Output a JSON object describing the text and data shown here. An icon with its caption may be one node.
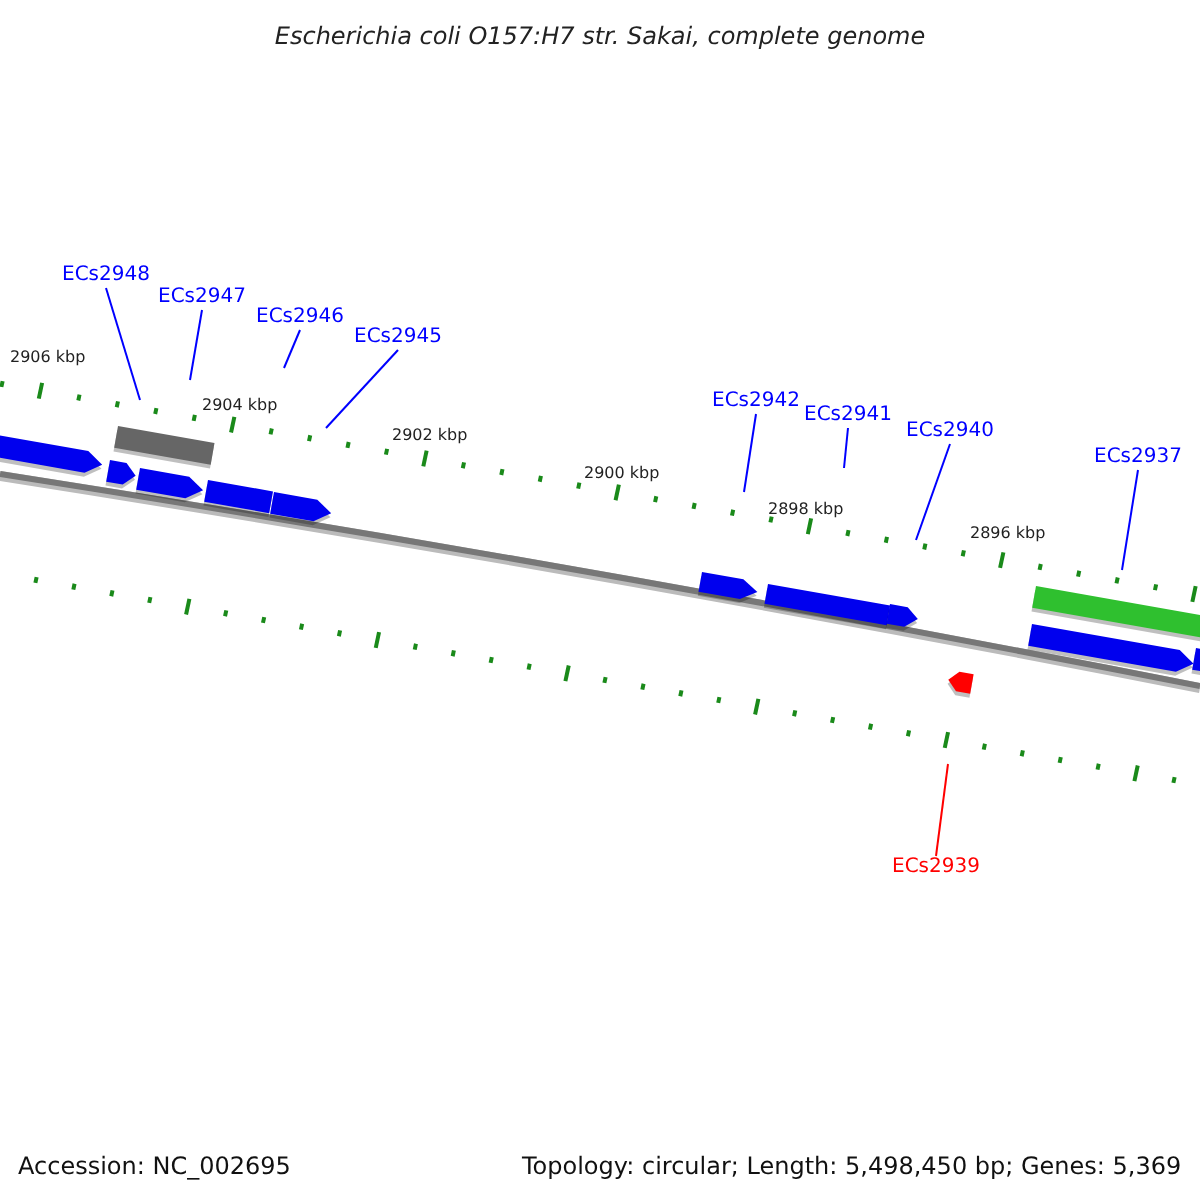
{
  "diagram": {
    "title": "Escherichia coli O157:H7 str. Sakai, complete genome",
    "nodes": [
      {
        "text": [
          "ECs2948"
        ]
      },
      {
        "text": [
          "ECs2947"
        ]
      },
      {
        "text": [
          "ECs2946"
        ]
      },
      {
        "text": [
          "ECs2945"
        ]
      },
      {
        "text": [
          "ECs2942"
        ]
      },
      {
        "text": [
          "ECs2941"
        ]
      },
      {
        "text": [
          "ECs2940"
        ]
      },
      {
        "text": [
          "ECs2937"
        ]
      },
      {
        "text": [
          "ECs2939"
        ]
      }
    ],
    "edges": [
      {
        "from": 0,
        "to": null,
        "arrow": "none"
      },
      {
        "from": 1,
        "to": null,
        "arrow": "none"
      },
      {
        "from": 2,
        "to": null,
        "arrow": "none"
      },
      {
        "from": 3,
        "to": null,
        "arrow": "none"
      },
      {
        "from": 4,
        "to": null,
        "arrow": "none"
      },
      {
        "from": 5,
        "to": null,
        "arrow": "none"
      },
      {
        "from": 6,
        "to": null,
        "arrow": "none"
      },
      {
        "from": 7,
        "to": null,
        "arrow": "none"
      },
      {
        "from": 8,
        "to": null,
        "arrow": "none",
        "color": "#ff0000"
      }
    ],
    "labels": [
      "2906 kbp",
      "2904 kbp",
      "2902 kbp",
      "2900 kbp",
      "2898 kbp",
      "2896 kbp",
      "Accession: NC_002695",
      "Topology: circular; Length: 5,498,450 bp; Genes: 5,369"
    ]
  }
}
